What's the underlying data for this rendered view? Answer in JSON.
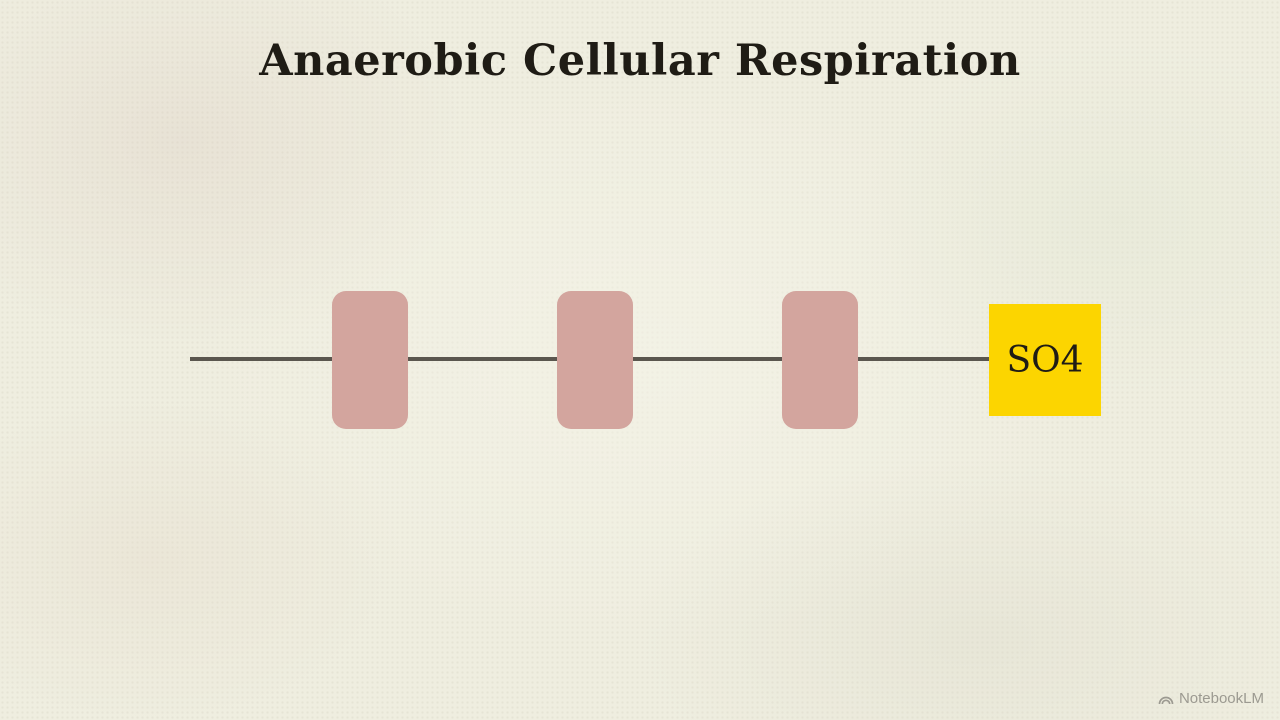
{
  "slide": {
    "title": "Anaerobic Cellular Respiration"
  },
  "diagram": {
    "carriers": [
      "",
      "",
      ""
    ],
    "final_acceptor": {
      "label": "SO4",
      "color": "#fcd500"
    },
    "colors": {
      "line": "#5a564e",
      "carrier": "#d3a59e",
      "background": "#efeee0"
    }
  },
  "watermark": {
    "icon": "notebooklm-logo-icon",
    "text": "NotebookLM"
  }
}
